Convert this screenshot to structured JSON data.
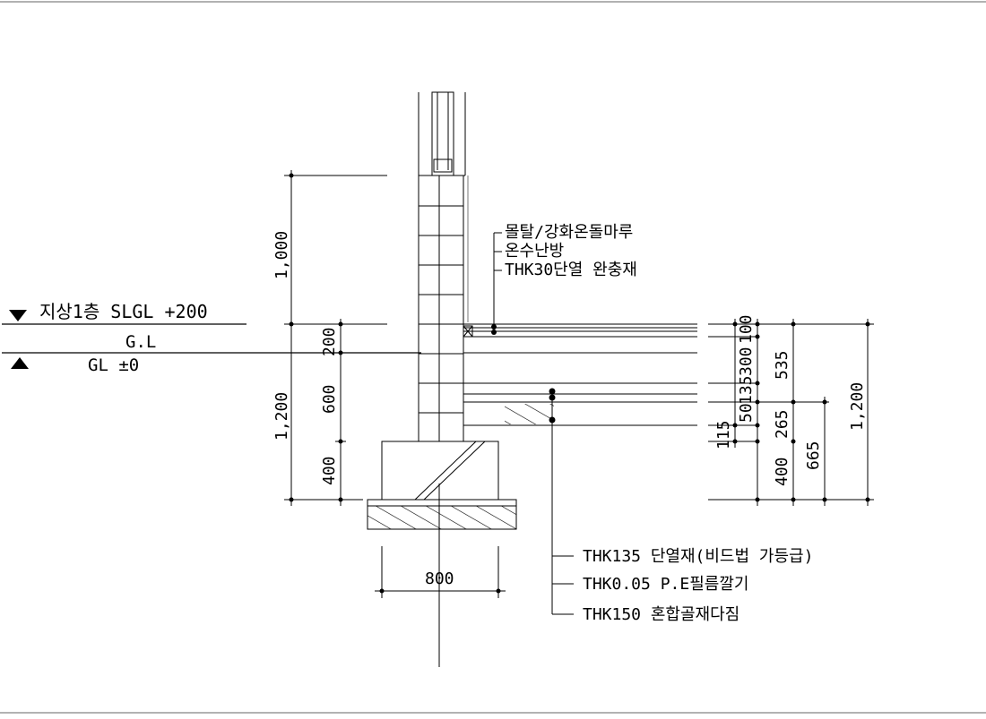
{
  "drawing": {
    "level_upper": "지상1층 SLGL +200",
    "gl_center": "G.L",
    "level_lower": "GL ±0",
    "callouts_top": [
      "몰탈/강화온돌마루",
      "온수난방",
      "THK30단열 완충재"
    ],
    "callouts_bottom": [
      "THK135 단열재(비드법 가등급)",
      "THK0.05 P.E필름깔기",
      "THK150 혼합골재다짐"
    ],
    "dims_left_outer": [
      "1,000",
      "1,200"
    ],
    "dims_left_inner": [
      "200",
      "600",
      "400"
    ],
    "dim_footing": "800",
    "dims_right_a": [
      "100",
      "300",
      "135",
      "50",
      "115"
    ],
    "dims_right_b": [
      "535",
      "265",
      "400"
    ],
    "dims_right_c": [
      "665"
    ],
    "dims_right_d": [
      "1,200"
    ]
  }
}
